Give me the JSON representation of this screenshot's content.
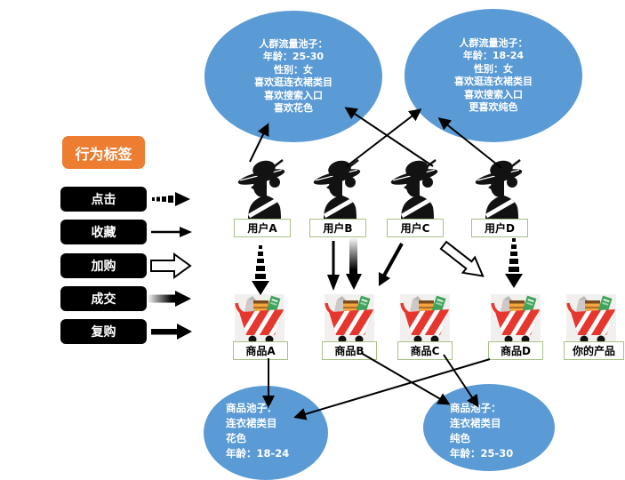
{
  "title_tag": {
    "label": "行为标签"
  },
  "pools": {
    "audience": [
      {
        "lines": [
          "人群流量池子：",
          "年龄：25-30",
          "性别：女",
          "喜欢逛连衣裙类目",
          "喜欢搜索入口",
          "喜欢花色"
        ]
      },
      {
        "lines": [
          "人群流量池子：",
          "年龄：18-24",
          "性别：女",
          "喜欢逛连衣裙类目",
          "喜欢搜索入口",
          "更喜欢纯色"
        ]
      }
    ],
    "product": [
      {
        "lines": [
          "商品池子：",
          "连衣裙类目",
          "花色",
          "年龄：18-24"
        ]
      },
      {
        "lines": [
          "商品池子：",
          "连衣裙类目",
          "纯色",
          "年龄：25-30"
        ]
      }
    ]
  },
  "behaviors": [
    {
      "label": "点击",
      "arrow_style": "dashed-tapered"
    },
    {
      "label": "收藏",
      "arrow_style": "thin-solid"
    },
    {
      "label": "加购",
      "arrow_style": "hollow-outline"
    },
    {
      "label": "成交",
      "arrow_style": "gradient-fade"
    },
    {
      "label": "复购",
      "arrow_style": "thick-solid"
    }
  ],
  "users": [
    {
      "label": "用户A"
    },
    {
      "label": "用户B"
    },
    {
      "label": "用户C"
    },
    {
      "label": "用户D"
    }
  ],
  "products": [
    {
      "label": "商品A"
    },
    {
      "label": "商品B"
    },
    {
      "label": "商品C"
    },
    {
      "label": "商品D"
    },
    {
      "label": "你的产品"
    }
  ],
  "icons": {
    "user": "woman-with-hat-silhouette",
    "product": "full-shopping-cart"
  },
  "colors": {
    "pool_blue": "#5B9BD5",
    "tag_orange": "#ED7D31",
    "behavior_black": "#000000",
    "label_box_border": "#A9C186",
    "cart_red": "#E6372E"
  }
}
